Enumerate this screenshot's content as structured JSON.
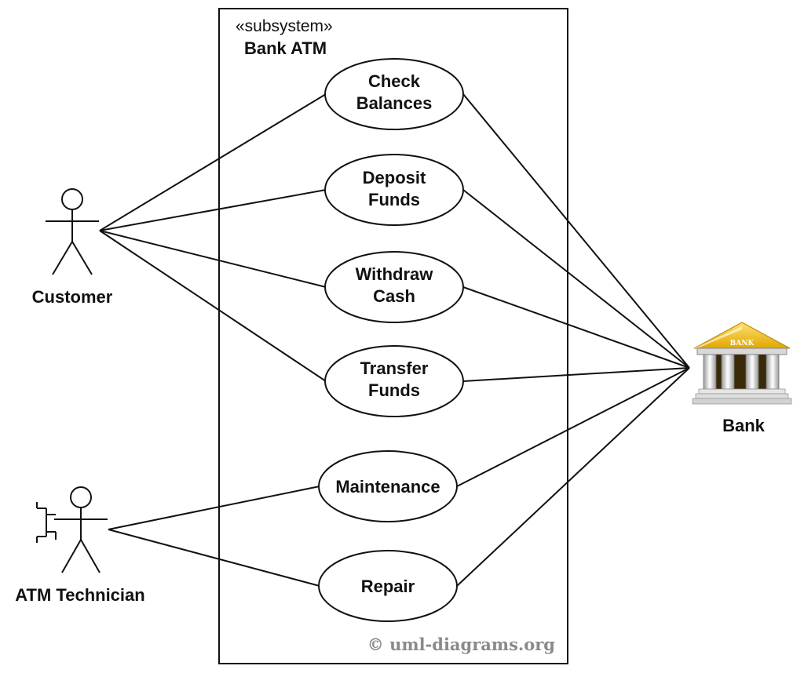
{
  "subsystem": {
    "stereotype": "«subsystem»",
    "name": "Bank ATM"
  },
  "actors": {
    "customer": "Customer",
    "technician": "ATM Technician",
    "bank": "Bank",
    "bank_sign": "BANK"
  },
  "use_cases": [
    {
      "id": "check-balances",
      "lines": [
        "Check",
        "Balances"
      ]
    },
    {
      "id": "deposit-funds",
      "lines": [
        "Deposit",
        "Funds"
      ]
    },
    {
      "id": "withdraw-cash",
      "lines": [
        "Withdraw",
        "Cash"
      ]
    },
    {
      "id": "transfer-funds",
      "lines": [
        "Transfer",
        "Funds"
      ]
    },
    {
      "id": "maintenance",
      "lines": [
        "Maintenance"
      ]
    },
    {
      "id": "repair",
      "lines": [
        "Repair"
      ]
    }
  ],
  "watermark": "© uml-diagrams.org"
}
